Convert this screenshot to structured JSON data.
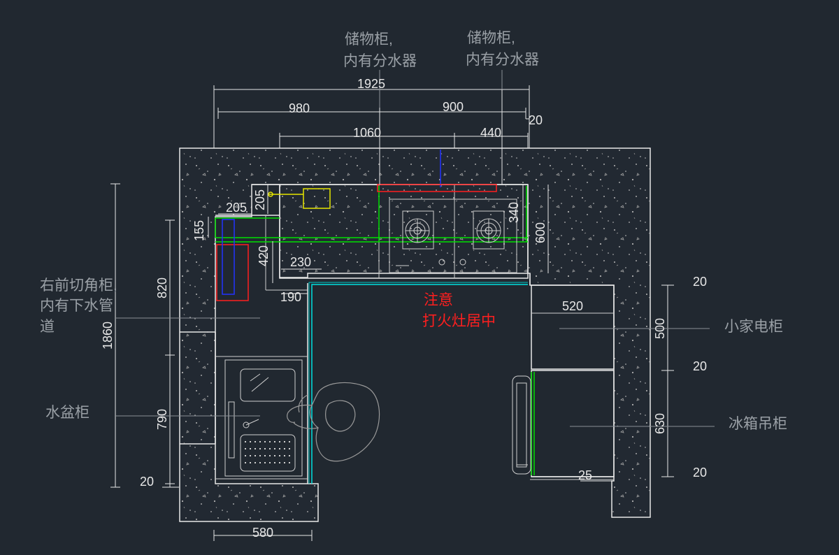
{
  "dimensions": {
    "d1925": "1925",
    "d980": "980",
    "d900": "900",
    "d20_top": "20",
    "d1060": "1060",
    "d440": "440",
    "d1860": "1860",
    "d820": "820",
    "d790": "790",
    "d20_bottom_left": "20",
    "d205a": "205",
    "d205b": "205",
    "d155": "155",
    "d420": "420",
    "d230": "230",
    "d190": "190",
    "d340": "340",
    "d600": "600",
    "d520": "520",
    "d25": "25",
    "d580": "580",
    "d20_r1": "20",
    "d500": "500",
    "d20_r2": "20",
    "d630": "630",
    "d20_r3": "20"
  },
  "labels": {
    "storage1_line1": "储物柜,",
    "storage1_line2": "内有分水器",
    "storage2_line1": "储物柜,",
    "storage2_line2": "内有分水器",
    "corner_line1": "右前切角柜,",
    "corner_line2": "内有下水管",
    "corner_line3": "道",
    "sink_cabinet": "水盆柜",
    "appliance_cabinet": "小家电柜",
    "fridge_cabinet": "冰箱吊柜",
    "note_line1": "注意",
    "note_line2": "打火灶居中"
  },
  "colors": {
    "background": "#212830",
    "lines": "#e8e8e8",
    "annotation": "#9aa0a6",
    "note": "#ff1f1f",
    "green": "#00e000",
    "cyan": "#00e0e0",
    "blue": "#2233ff",
    "yellow": "#e6e600"
  }
}
